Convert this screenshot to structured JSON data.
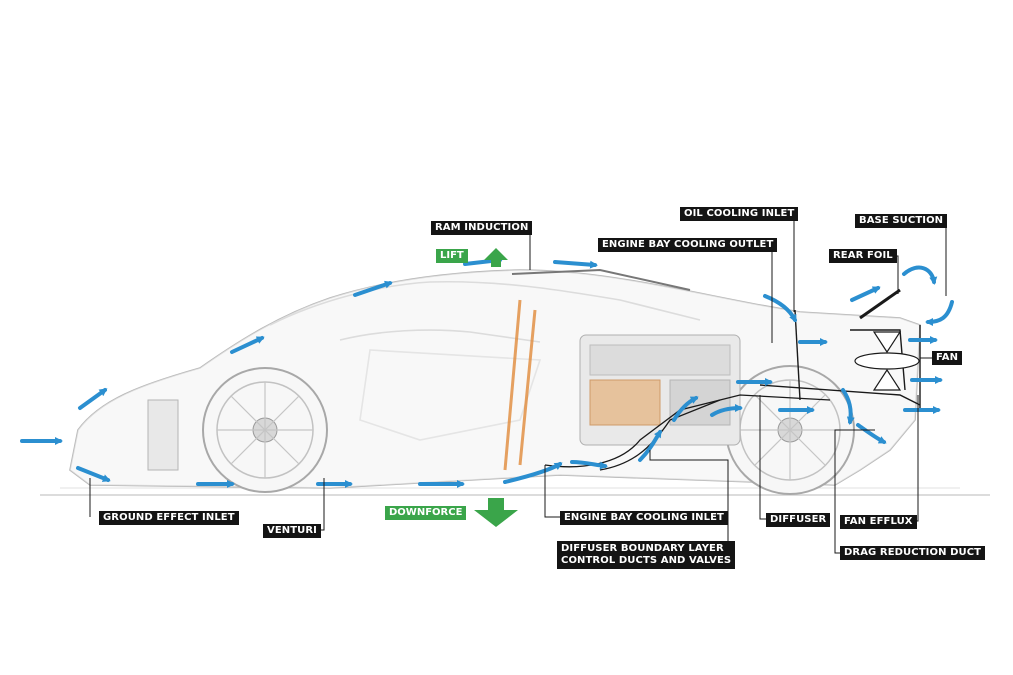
{
  "labels": {
    "ram_induction": "RAM INDUCTION",
    "oil_cooling_inlet": "OIL COOLING INLET",
    "engine_bay_cooling_outlet": "ENGINE BAY COOLING OUTLET",
    "base_suction": "BASE SUCTION",
    "rear_foil": "REAR FOIL",
    "fan": "FAN",
    "ground_effect_inlet": "GROUND EFFECT INLET",
    "venturi": "VENTURI",
    "engine_bay_cooling_inlet": "ENGINE BAY COOLING INLET",
    "diffuser": "DIFFUSER",
    "fan_efflux": "FAN EFFLUX",
    "diffuser_boundary_line1": "DIFFUSER BOUNDARY LAYER",
    "diffuser_boundary_line2": "CONTROL DUCTS AND VALVES",
    "drag_reduction_duct": "DRAG REDUCTION DUCT"
  },
  "force_labels": {
    "lift": "LIFT",
    "downforce": "DOWNFORCE"
  },
  "colors": {
    "airflow": "#2b8fd0",
    "force": "#3aa54a",
    "label_bg": "#141414",
    "body_line": "#b5b5b5",
    "accent_orange": "#e08a3a"
  }
}
